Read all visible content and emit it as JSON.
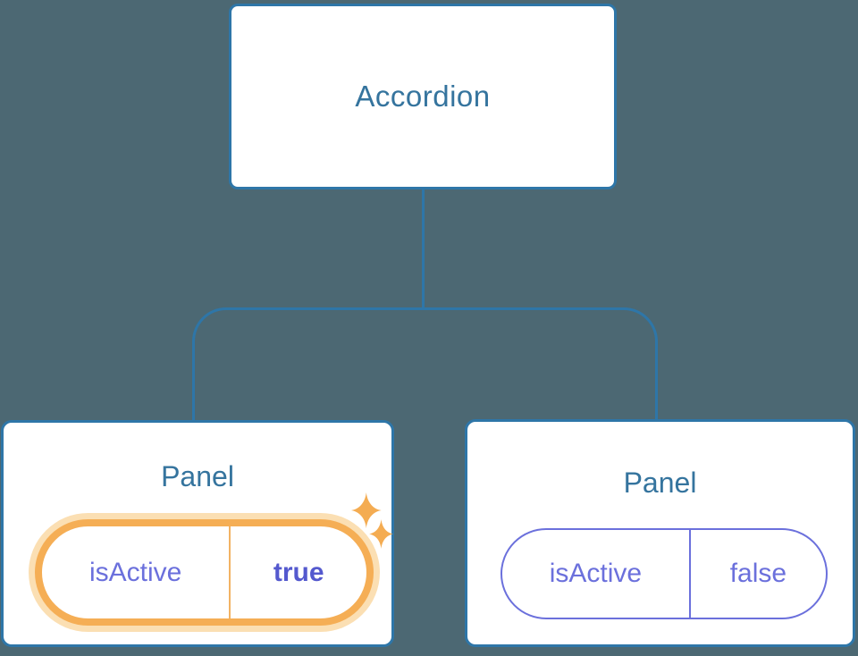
{
  "diagram": {
    "root": {
      "label": "Accordion"
    },
    "children": [
      {
        "label": "Panel",
        "state": {
          "key": "isActive",
          "value": "true"
        },
        "highlighted": true
      },
      {
        "label": "Panel",
        "state": {
          "key": "isActive",
          "value": "false"
        },
        "highlighted": false
      }
    ],
    "colors": {
      "background": "#4C6873",
      "node_border_blue": "#2E76A8",
      "node_text_blue": "#35749E",
      "state_purple": "#6B70DC",
      "state_purple_bold": "#5459CE",
      "highlight_orange": "#F5AE55",
      "highlight_halo": "#FBDFB3",
      "divider_orange": "#F2B363",
      "sparkle_orange": "#F4AC52"
    }
  }
}
